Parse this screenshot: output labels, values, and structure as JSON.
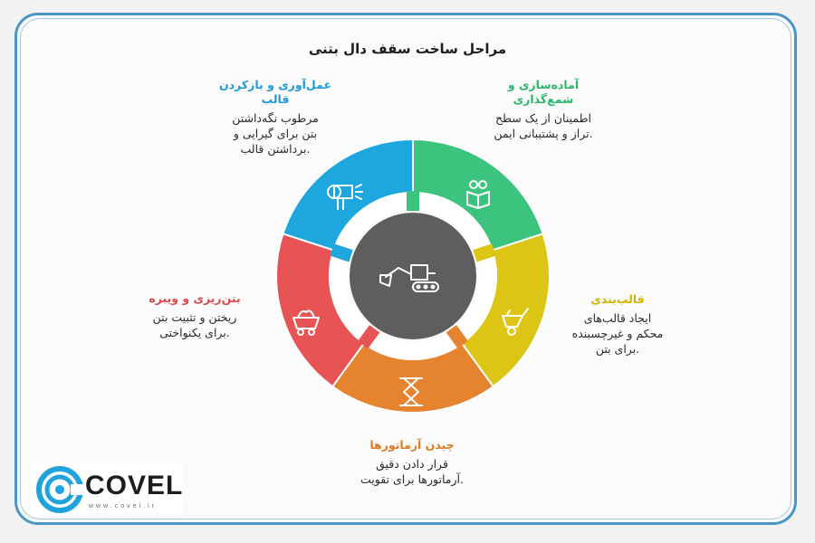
{
  "title": "مراحل ساخت سقف دال بتنی",
  "steps": [
    {
      "head_lines": [
        "عمل‌آوری و بازکردن",
        "قالب"
      ],
      "desc_lines": [
        "مرطوب نگه‌داشتن",
        "بتن برای گیرایی و",
        ".برداشتن قالب"
      ],
      "color": "#1ea7df",
      "icon": "hair-dryer-icon"
    },
    {
      "head_lines": [
        "آماده‌سازی و",
        "شمع‌گذاری"
      ],
      "desc_lines": [
        "اطمینان از یک سطح",
        ".تراز و پشتیبانی ایمن"
      ],
      "color": "#3cc47f",
      "icon": "reading-book-icon"
    },
    {
      "head_lines": [
        "قالب‌بندی"
      ],
      "desc_lines": [
        "ایجاد قالب‌های",
        "محکم و غیرچسبنده",
        ".برای بتن"
      ],
      "color": "#ddc515",
      "icon": "wheelbarrow-icon"
    },
    {
      "head_lines": [
        "چیدن آرماتورها"
      ],
      "desc_lines": [
        "قرار دادن دقیق",
        ".آرماتورها برای تقویت"
      ],
      "color": "#e5832f",
      "icon": "scissor-lift-icon"
    },
    {
      "head_lines": [
        "بتن‌ریزی و ویبره"
      ],
      "desc_lines": [
        "ریختن و تثبیت بتن",
        ".برای یکنواختی"
      ],
      "color": "#e85456",
      "icon": "mine-cart-icon"
    }
  ],
  "center": {
    "icon": "excavator-icon",
    "color": "#5e5e5e"
  },
  "logo": {
    "name": "COVEL",
    "url": "www.covel.ir"
  }
}
